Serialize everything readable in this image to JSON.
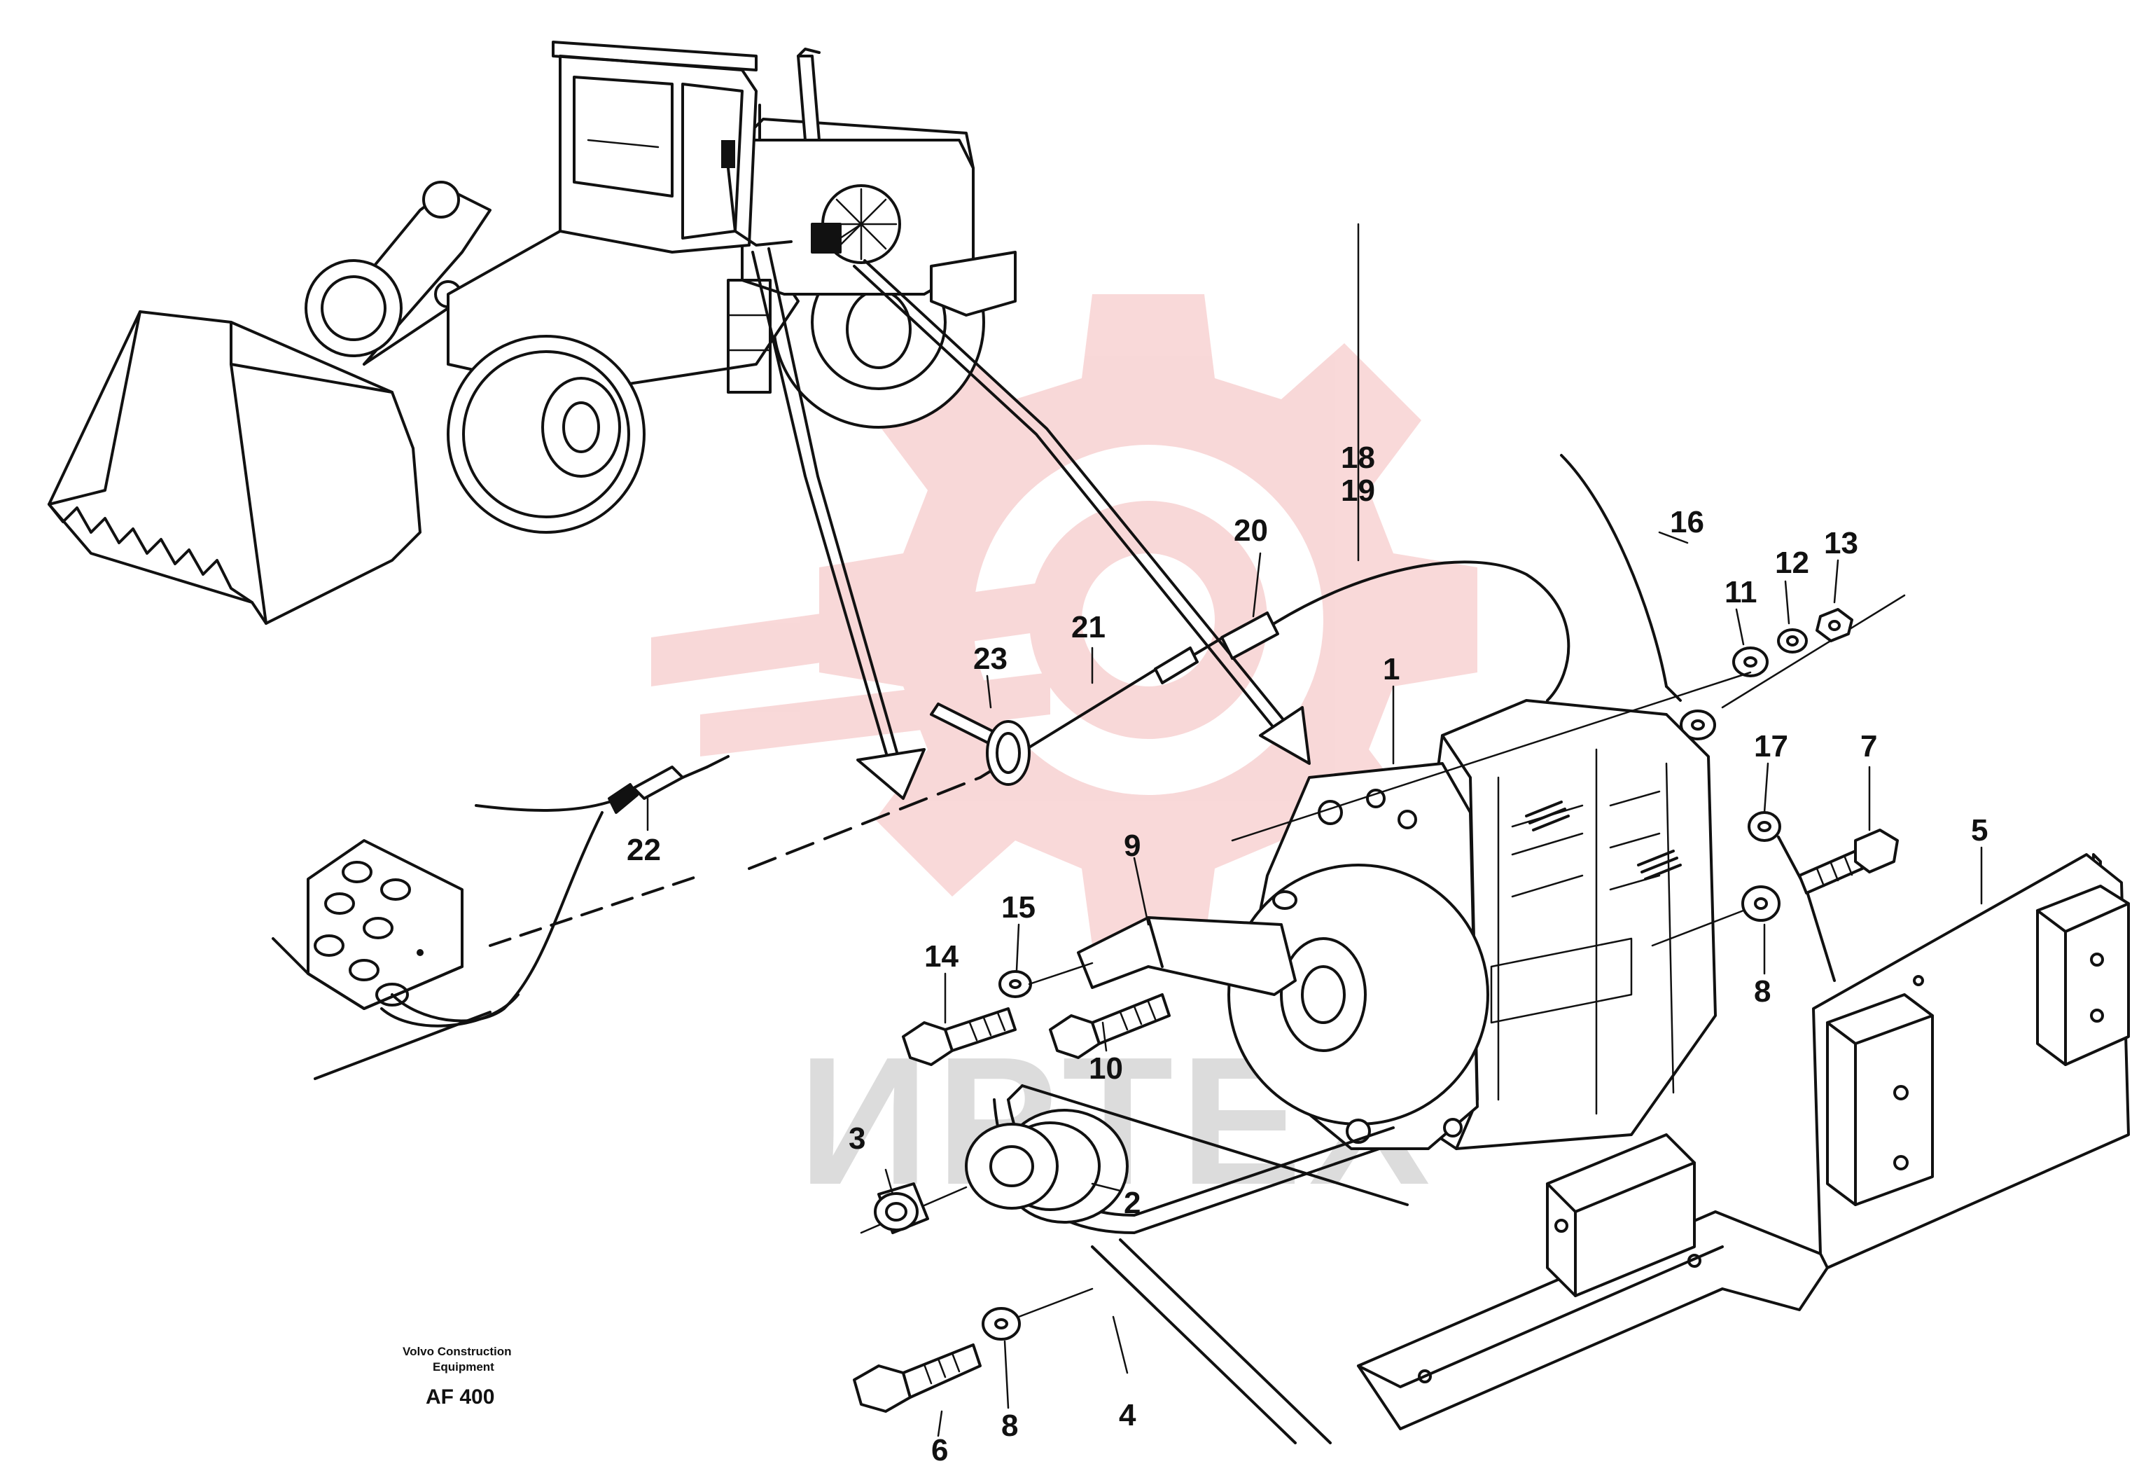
{
  "diagram": {
    "caption_line1": "Volvo Construction",
    "caption_line2": "Equipment",
    "code": "AF 400",
    "watermark_text": "ИРТЕХ",
    "watermark_color": "#f2b3b3",
    "callouts": {
      "c1": "1",
      "c2": "2",
      "c3": "3",
      "c4": "4",
      "c5": "5",
      "c6": "6",
      "c7": "7",
      "c8a": "8",
      "c8b": "8",
      "c9": "9",
      "c10": "10",
      "c11": "11",
      "c12": "12",
      "c13": "13",
      "c14": "14",
      "c15": "15",
      "c16": "16",
      "c17": "17",
      "c18": "18",
      "c19": "19",
      "c20": "20",
      "c21": "21",
      "c22": "22",
      "c23": "23"
    }
  }
}
